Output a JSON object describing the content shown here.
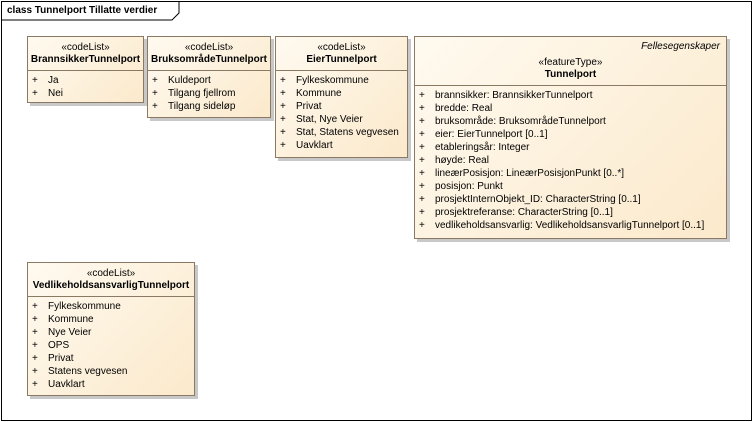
{
  "frame": {
    "title": "class Tunnelport Tillatte verdier"
  },
  "classes": {
    "brannsikker": {
      "stereotype": "«codeList»",
      "name": "BrannsikkerTunnelport",
      "items": [
        "Ja",
        "Nei"
      ]
    },
    "bruksomrade": {
      "stereotype": "«codeList»",
      "name": "BruksområdeTunnelport",
      "items": [
        "Kuldeport",
        "Tilgang fjellrom",
        "Tilgang sideløp"
      ]
    },
    "eier": {
      "stereotype": "«codeList»",
      "name": "EierTunnelport",
      "items": [
        "Fylkeskommune",
        "Kommune",
        "Privat",
        "Stat, Nye Veier",
        "Stat, Statens vegvesen",
        "Uavklart"
      ]
    },
    "tunnelport": {
      "package": "Fellesegenskaper",
      "stereotype": "«featureType»",
      "name": "Tunnelport",
      "items": [
        "brannsikker: BrannsikkerTunnelport",
        "bredde: Real",
        "bruksområde: BruksområdeTunnelport",
        "eier: EierTunnelport [0..1]",
        "etableringsår: Integer",
        "høyde: Real",
        "lineærPosisjon: LineærPosisjonPunkt [0..*]",
        "posisjon: Punkt",
        "prosjektInternObjekt_ID: CharacterString [0..1]",
        "prosjektreferanse: CharacterString [0..1]",
        "vedlikeholdsansvarlig: VedlikeholdsansvarligTunnelport [0..1]"
      ]
    },
    "vedlikehold": {
      "stereotype": "«codeList»",
      "name": "VedlikeholdsansvarligTunnelport",
      "items": [
        "Fylkeskommune",
        "Kommune",
        "Nye Veier",
        "OPS",
        "Privat",
        "Statens vegvesen",
        "Uavklart"
      ]
    }
  },
  "visibility": "+"
}
